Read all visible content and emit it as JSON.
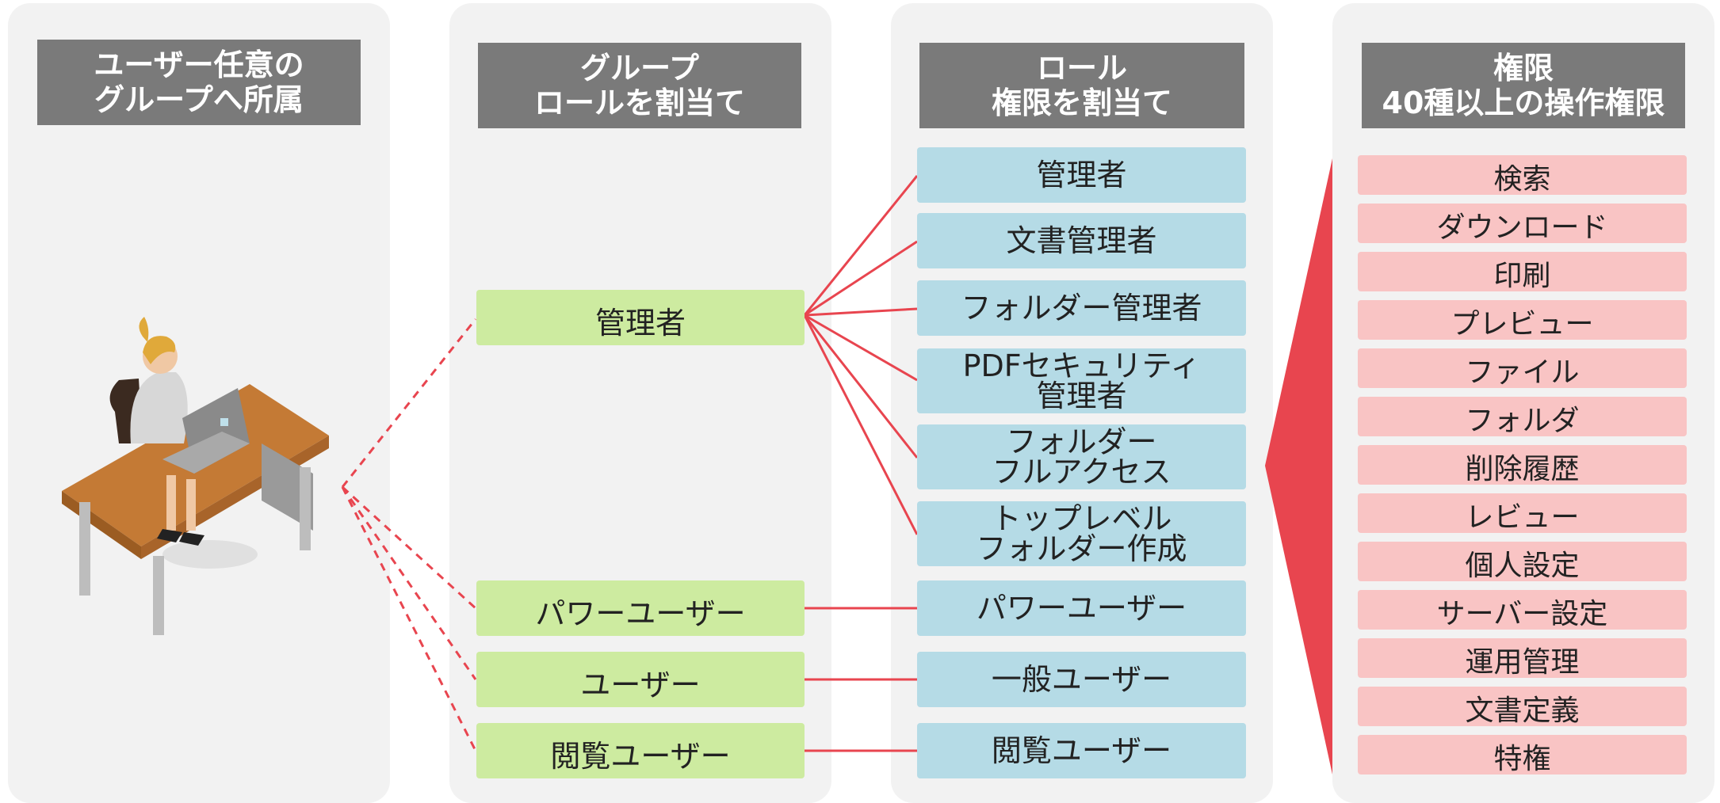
{
  "colors": {
    "panel_bg": "#f2f2f2",
    "header_bg": "#7a7a7a",
    "group_box": "#cdeba0",
    "role_box": "#b5dbe6",
    "permission_box": "#f9c4c4",
    "connector": "#e8454f"
  },
  "icons": {
    "user": "person-at-desk-illustration"
  },
  "columns": {
    "user": {
      "header": [
        "ユーザー任意の",
        "グループへ所属"
      ]
    },
    "group": {
      "header": [
        "グループ",
        "ロールを割当て"
      ],
      "items": [
        "管理者",
        "パワーユーザー",
        "ユーザー",
        "閲覧ユーザー"
      ]
    },
    "role": {
      "header": [
        "ロール",
        "権限を割当て"
      ],
      "items": [
        [
          "管理者"
        ],
        [
          "文書管理者"
        ],
        [
          "フォルダー管理者"
        ],
        [
          "PDFセキュリティ",
          "管理者"
        ],
        [
          "フォルダー",
          "フルアクセス"
        ],
        [
          "トップレベル",
          "フォルダー作成"
        ],
        [
          "パワーユーザー"
        ],
        [
          "一般ユーザー"
        ],
        [
          "閲覧ユーザー"
        ]
      ]
    },
    "permission": {
      "header": [
        "権限",
        "40種以上の操作権限"
      ],
      "items": [
        "検索",
        "ダウンロード",
        "印刷",
        "プレビュー",
        "ファイル",
        "フォルダ",
        "削除履歴",
        "レビュー",
        "個人設定",
        "サーバー設定",
        "運用管理",
        "文書定義",
        "特権"
      ]
    }
  }
}
